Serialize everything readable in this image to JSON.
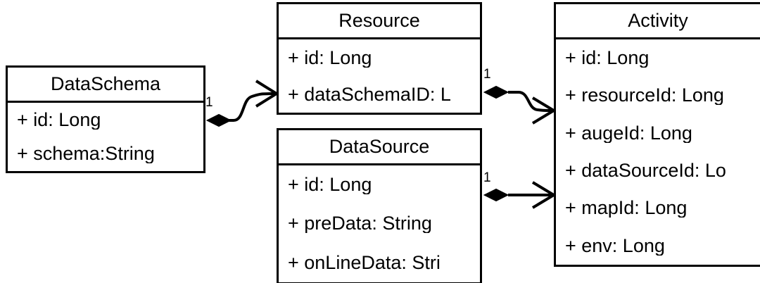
{
  "diagram": {
    "type": "uml-class-diagram",
    "background_color": "#ffffff",
    "line_color": "#000000",
    "text_color": "#000000"
  },
  "classes": [
    {
      "name": "DataSchema",
      "attributes": [
        "+ id: Long",
        "+ schema:String"
      ]
    },
    {
      "name": "Resource",
      "attributes": [
        "+ id: Long",
        "+ dataSchemaID: L"
      ]
    },
    {
      "name": "DataSource",
      "attributes": [
        "+ id: Long",
        "+ preData: String",
        "+ onLineData: Stri"
      ]
    },
    {
      "name": "Activity",
      "attributes": [
        "+ id: Long",
        "+ resourceId: Long",
        "+ augeId: Long",
        "+ dataSourceId: Lo",
        "+ mapId: Long",
        "+ env: Long"
      ]
    }
  ],
  "relations": [
    {
      "from": "DataSchema",
      "to": "Resource",
      "kind": "composition",
      "source_multiplicity": "1"
    },
    {
      "from": "Resource",
      "to": "Activity",
      "kind": "composition",
      "source_multiplicity": "1"
    },
    {
      "from": "DataSource",
      "to": "Activity",
      "kind": "composition",
      "source_multiplicity": "1"
    }
  ]
}
